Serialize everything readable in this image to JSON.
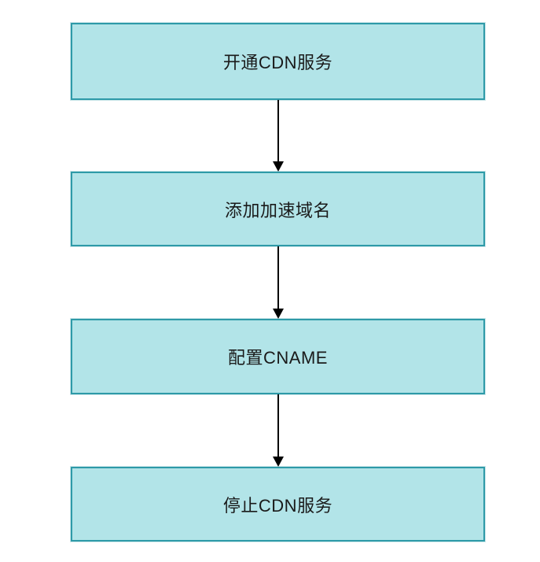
{
  "diagram": {
    "type": "flowchart",
    "direction": "top-to-bottom",
    "nodes": [
      {
        "id": "open-cdn-service",
        "label": "开通CDN服务"
      },
      {
        "id": "add-accel-domain",
        "label": "添加加速域名"
      },
      {
        "id": "configure-cname",
        "label": "配置CNAME"
      },
      {
        "id": "stop-cdn-service",
        "label": "停止CDN服务"
      }
    ],
    "edges": [
      {
        "from": "open-cdn-service",
        "to": "add-accel-domain",
        "style": "arrow-down"
      },
      {
        "from": "add-accel-domain",
        "to": "configure-cname",
        "style": "arrow-down"
      },
      {
        "from": "configure-cname",
        "to": "stop-cdn-service",
        "style": "arrow-down"
      }
    ],
    "colors": {
      "node_fill": "#b2e4e8",
      "node_border": "#2e9aa8",
      "arrow": "#000000",
      "text": "#1a1a1a",
      "background": "#ffffff"
    }
  }
}
